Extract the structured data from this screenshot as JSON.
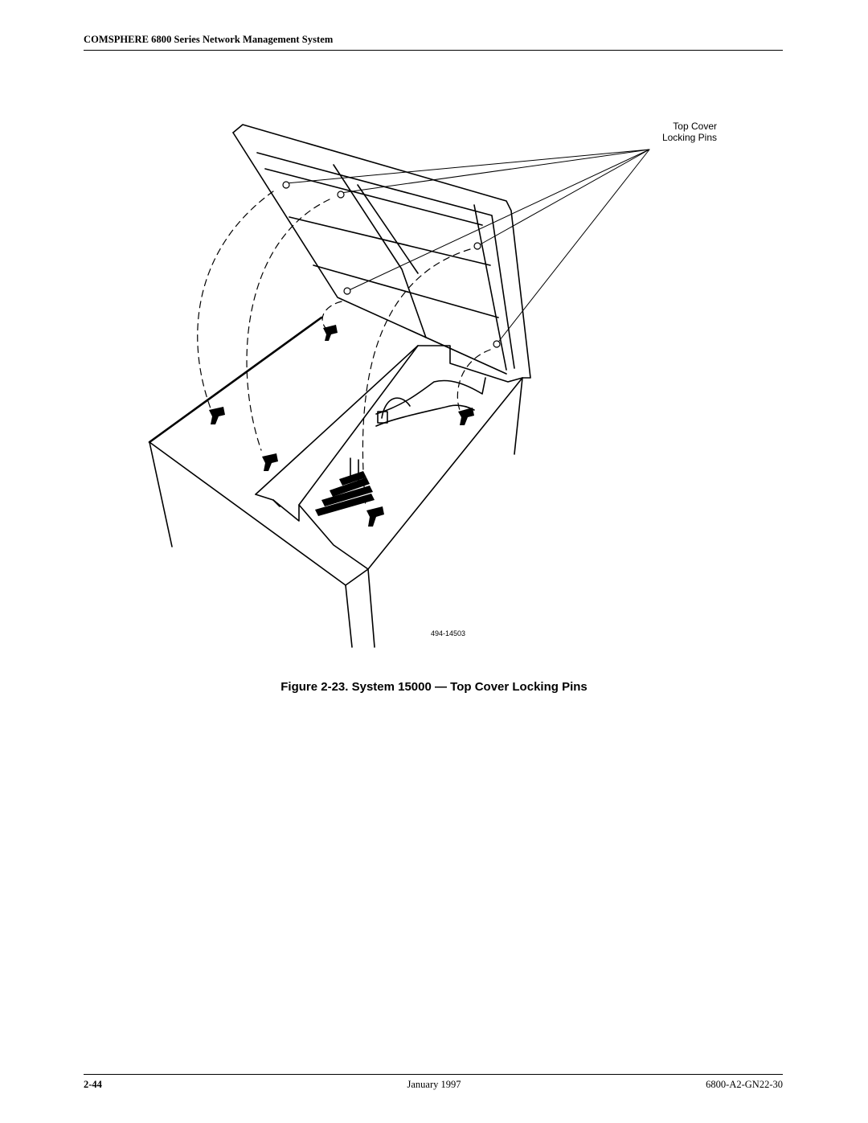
{
  "header": {
    "title": "COMSPHERE 6800 Series Network Management System"
  },
  "figure": {
    "callout_line1": "Top Cover",
    "callout_line2": "Locking Pins",
    "figure_id": "494-14503",
    "caption": "Figure 2-23. System 15000 — Top Cover Locking Pins"
  },
  "footer": {
    "page_number": "2-44",
    "date": "January 1997",
    "doc_number": "6800-A2-GN22-30"
  }
}
